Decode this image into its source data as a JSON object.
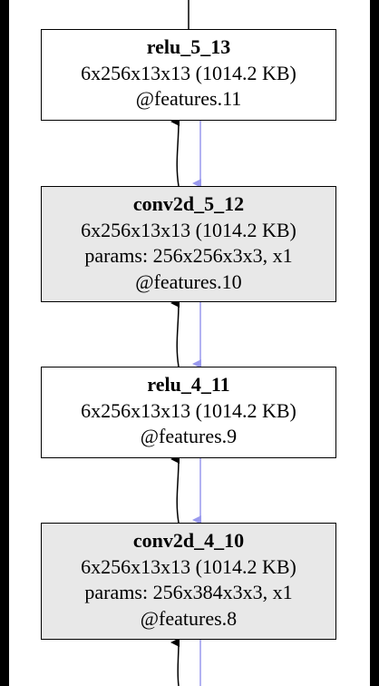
{
  "nodes": [
    {
      "id": "relu_5_13",
      "title": "relu_5_13",
      "shape": "6x256x13x13 (1014.2 KB)",
      "params": "",
      "module": "@features.11",
      "shaded": false
    },
    {
      "id": "conv2d_5_12",
      "title": "conv2d_5_12",
      "shape": "6x256x13x13 (1014.2 KB)",
      "params": "params: 256x256x3x3, x1",
      "module": "@features.10",
      "shaded": true
    },
    {
      "id": "relu_4_11",
      "title": "relu_4_11",
      "shape": "6x256x13x13 (1014.2 KB)",
      "params": "",
      "module": "@features.9",
      "shaded": false
    },
    {
      "id": "conv2d_4_10",
      "title": "conv2d_4_10",
      "shape": "6x256x13x13 (1014.2 KB)",
      "params": "params: 256x384x3x3, x1",
      "module": "@features.8",
      "shaded": true
    }
  ],
  "colors": {
    "forward_edge": "#000000",
    "backward_edge": "#9999ee",
    "shaded_fill": "#e8e8e8",
    "frame": "#000000"
  }
}
